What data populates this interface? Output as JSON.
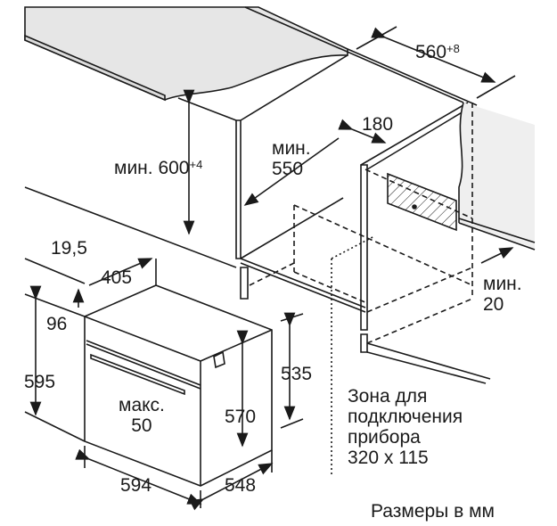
{
  "diagram": {
    "type": "built-in oven installation dimensions",
    "colors": {
      "line": "#1a1a1a",
      "countertop": "#e6e6e6",
      "wall": "#efefef",
      "background": "#ffffff"
    },
    "labels": {
      "niche_width": {
        "value": "560",
        "tolerance": "+8"
      },
      "niche_height": {
        "prefix": "мин.",
        "value": "600",
        "tolerance": "+4"
      },
      "niche_depth": {
        "line1": "мин.",
        "line2": "550"
      },
      "rear_gap": "180",
      "top_gap": {
        "line1": "мин.",
        "line2": "20"
      },
      "dim_19_5": "19,5",
      "dim_405": "405",
      "dim_96": "96",
      "dim_595": "595",
      "dim_535": "535",
      "dim_570": "570",
      "max_50": {
        "line1": "макс.",
        "line2": "50"
      },
      "dim_594": "594",
      "dim_548": "548",
      "connection_zone": {
        "line1": "Зона для",
        "line2": "подключения",
        "line3": "прибора",
        "line4": "320 x 115"
      },
      "units_note": "Размеры в мм"
    }
  }
}
